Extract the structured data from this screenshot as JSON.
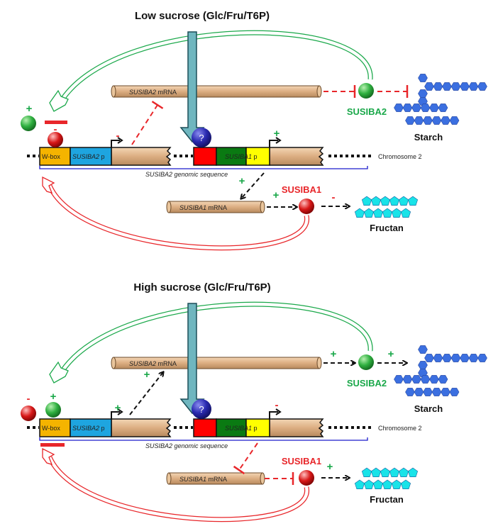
{
  "colors": {
    "green": "#1aa84a",
    "red": "#e8262a",
    "teal": "#6fb6bf",
    "tan": "#d9ad82",
    "wbox": "#f5b400",
    "s2p": "#1ea5e0",
    "red_box": "#ff0000",
    "green_box": "#0a7a12",
    "yellow": "#ffff00",
    "starch": "#3b6fe0",
    "fructan": "#19e3e8",
    "genomic": "#1a1acc"
  },
  "common": {
    "wbox": "W-box",
    "s2p_gene": "SUSIBA2",
    "s2p_suffix": " p",
    "s1p_gene": "SUSIBA1",
    "s1p_suffix": " p",
    "s2_mrna_gene": "SUSIBA2",
    "s2_mrna_suffix": " mRNA",
    "s1_mrna_gene": "SUSIBA1",
    "s1_mrna_suffix": " mRNA",
    "chromosome": "Chromosome 2",
    "genomic": "SUSIBA2 genomic sequence",
    "susiba2": "SUSIBA2",
    "susiba1": "SUSIBA1",
    "starch": "Starch",
    "fructan": "Fructan",
    "question": "?"
  },
  "panels": [
    {
      "title": "Low sucrose (Glc/Fru/T6P)",
      "condition": "low",
      "signs": {
        "green_ball": "+",
        "red_ball": "-",
        "s2_promoter": "-",
        "s1_promoter": "+",
        "s1_mrna": "+",
        "s1_protein": "+",
        "fructan": "-"
      }
    },
    {
      "title": "High sucrose (Glc/Fru/T6P)",
      "condition": "high",
      "signs": {
        "red_ball": "-",
        "green_ball": "+",
        "s2_promoter": "+",
        "s2_mrna": "+",
        "s1_promoter": "-",
        "s2_protein": "+",
        "starch": "+",
        "fructan": "+"
      }
    }
  ]
}
